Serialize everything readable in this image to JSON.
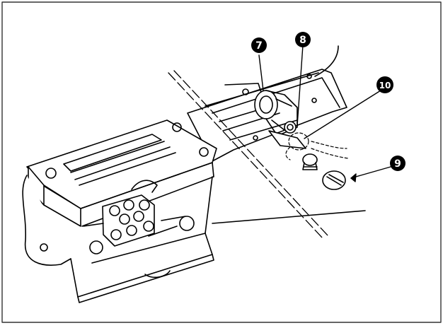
{
  "figure": {
    "callouts": [
      {
        "id": "c7",
        "label": "7"
      },
      {
        "id": "c8",
        "label": "8"
      },
      {
        "id": "c10",
        "label": "10"
      },
      {
        "id": "c9",
        "label": "9"
      }
    ]
  },
  "colors": {
    "line": "#000000",
    "background": "#ffffff",
    "frame": "#333333"
  }
}
